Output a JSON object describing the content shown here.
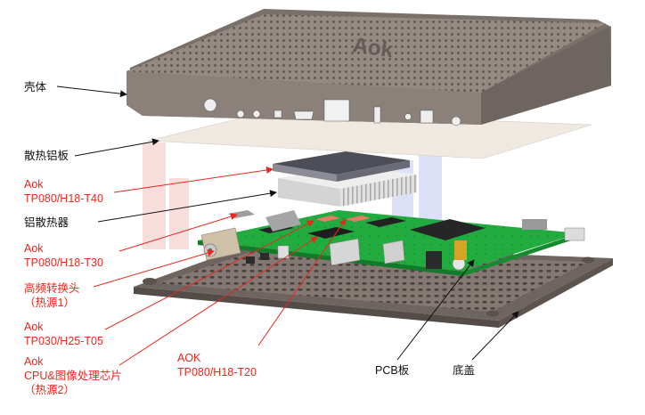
{
  "colors": {
    "label_black": "#111111",
    "label_red": "#e8281e",
    "housing": "#8a7f78",
    "pcb": "#1fa83c",
    "bottom_cover": "#7d736d",
    "heatsink": "#d7d7d7",
    "plate": "#efe9e2"
  },
  "labels": {
    "housing": "壳体",
    "plate": "散热铝板",
    "pad1": "Aok\nTP080/H18-T40",
    "heatsink": "铝散热器",
    "pad2": "Aok\nTP080/H18-T30",
    "tuner": "高频转换头\n（热源1）",
    "pad3": "Aok\nTP030/H25-T05",
    "cpu": "Aok\nCPU&图像处理芯片\n（热源2）",
    "pad4": "AOK\nTP080/H18-T20",
    "pcb": "PCB板",
    "bottom": "底盖"
  },
  "housing_logo": "Aok"
}
